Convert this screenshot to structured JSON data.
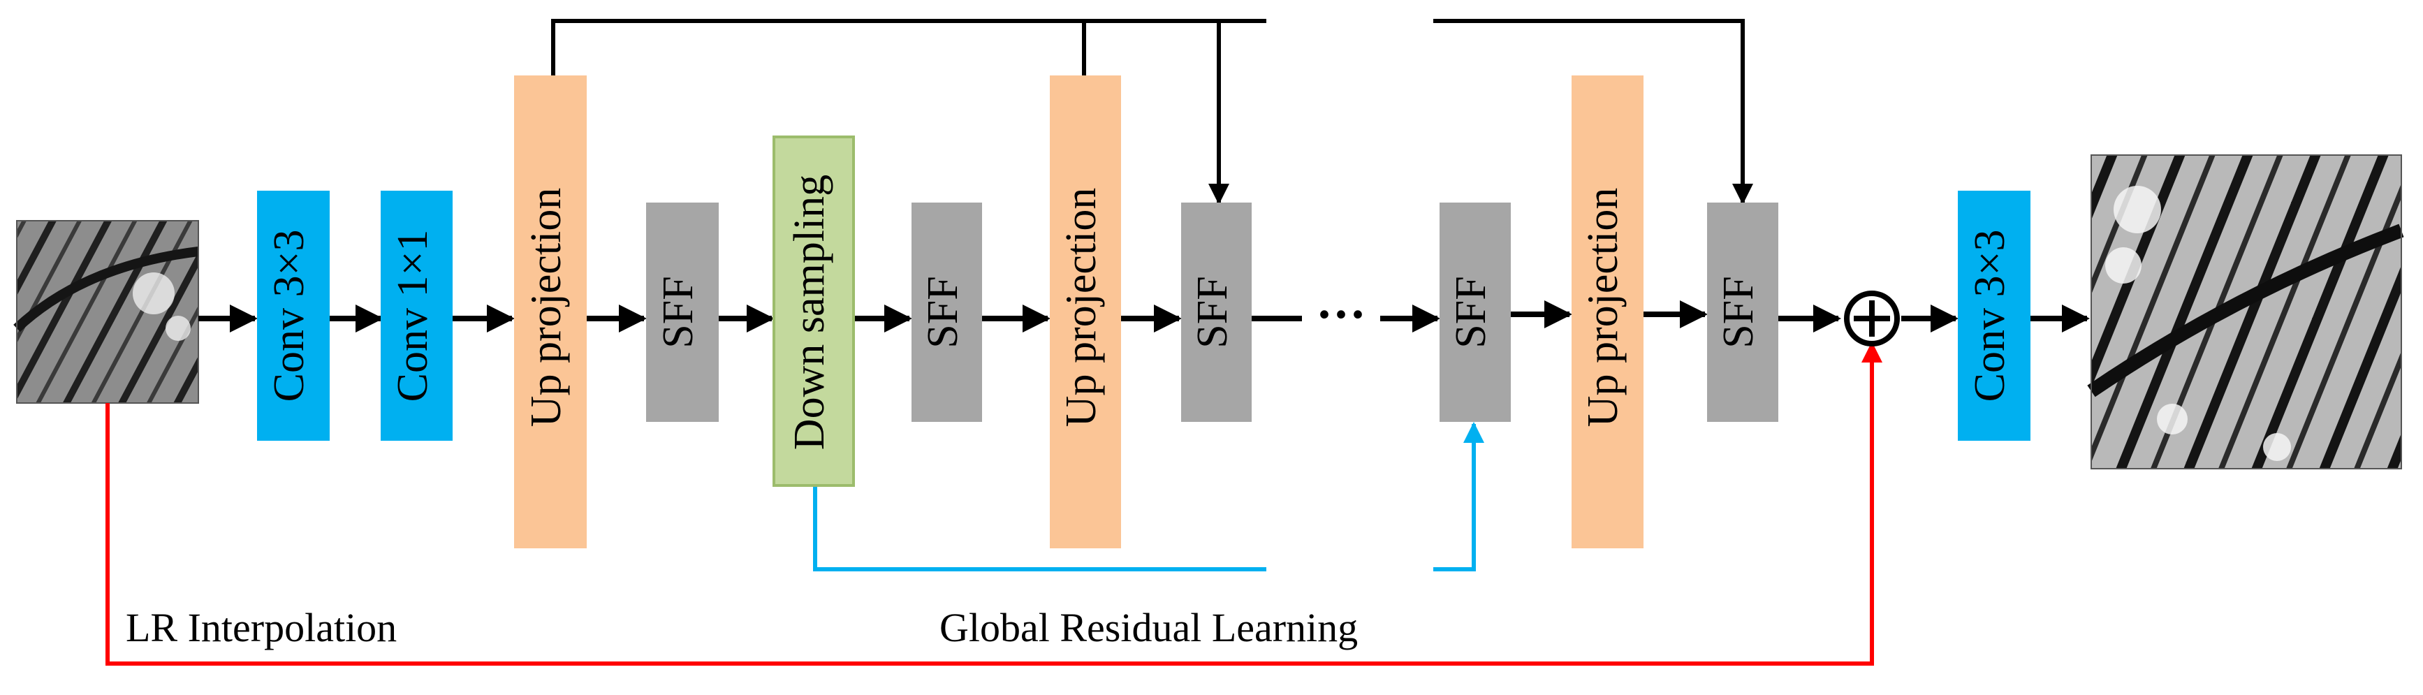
{
  "colors": {
    "conv": "#00b0f0",
    "up_projection": "#fbc596",
    "down_sampling": "#c3d99d",
    "down_sampling_border": "#9cbc6c",
    "sff": "#a6a6a6",
    "skip_arrows": "#000000",
    "global_residual": "#00b0f0",
    "lr_interpolation": "#ff0000"
  },
  "images": {
    "input": {
      "icon": "butterfly-wing-lr-image"
    },
    "output": {
      "icon": "butterfly-wing-sr-image"
    }
  },
  "blocks": [
    {
      "id": "conv3x3_a",
      "label": "Conv 3×3",
      "type": "conv"
    },
    {
      "id": "conv1x1",
      "label": "Conv 1×1",
      "type": "conv"
    },
    {
      "id": "up_proj_1",
      "label": "Up projection",
      "type": "up_projection"
    },
    {
      "id": "sff_1",
      "label": "SFF",
      "type": "sff"
    },
    {
      "id": "down_sampling",
      "label": "Down sampling",
      "type": "down_sampling"
    },
    {
      "id": "sff_2",
      "label": "SFF",
      "type": "sff"
    },
    {
      "id": "up_proj_2",
      "label": "Up projection",
      "type": "up_projection"
    },
    {
      "id": "sff_3",
      "label": "SFF",
      "type": "sff"
    },
    {
      "id": "sff_4",
      "label": "SFF",
      "type": "sff"
    },
    {
      "id": "up_proj_3",
      "label": "Up projection",
      "type": "up_projection"
    },
    {
      "id": "sff_5",
      "label": "SFF",
      "type": "sff"
    },
    {
      "id": "conv3x3_b",
      "label": "Conv 3×3",
      "type": "conv"
    }
  ],
  "ellipsis": "···",
  "sum_node": "⊕",
  "labels": {
    "lr_interpolation": "LR Interpolation",
    "global_residual": "Global Residual Learning"
  }
}
